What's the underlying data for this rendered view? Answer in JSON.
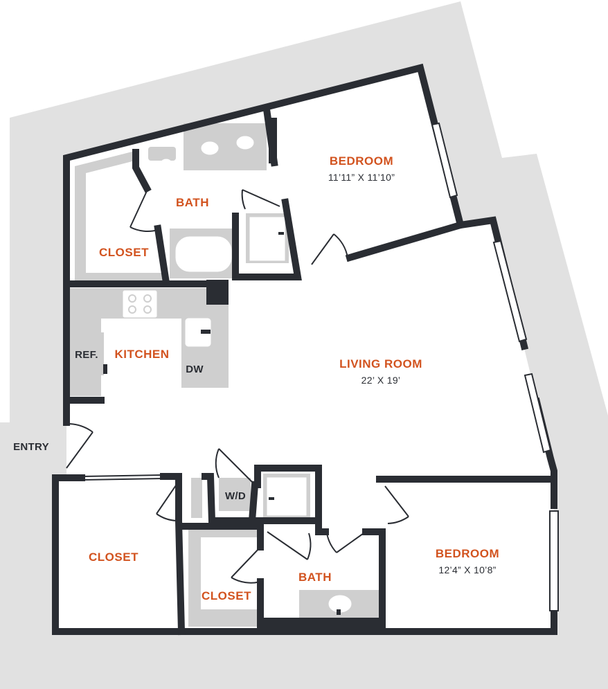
{
  "colors": {
    "site": "#e1e1e1",
    "wall": "#2a2d33",
    "fixture": "#cfcfcf",
    "room_label": "#d2531f",
    "text": "#2a2d33",
    "floor": "#ffffff"
  },
  "rooms": {
    "bedroom_1": {
      "name": "BEDROOM",
      "dimensions": "11’11” X 11’10”"
    },
    "bath_1": {
      "name": "BATH"
    },
    "closet_1": {
      "name": "CLOSET"
    },
    "kitchen": {
      "name": "KITCHEN"
    },
    "living_room": {
      "name": "LIVING ROOM",
      "dimensions": "22’ X 19’"
    },
    "closet_2": {
      "name": "CLOSET"
    },
    "closet_3": {
      "name": "CLOSET"
    },
    "bath_2": {
      "name": "BATH"
    },
    "bedroom_2": {
      "name": "BEDROOM",
      "dimensions": "12’4” X 10’8”"
    }
  },
  "appliances": {
    "refrigerator": "REF.",
    "dishwasher": "DW",
    "washer_dryer": "W/D"
  },
  "entry": "ENTRY"
}
